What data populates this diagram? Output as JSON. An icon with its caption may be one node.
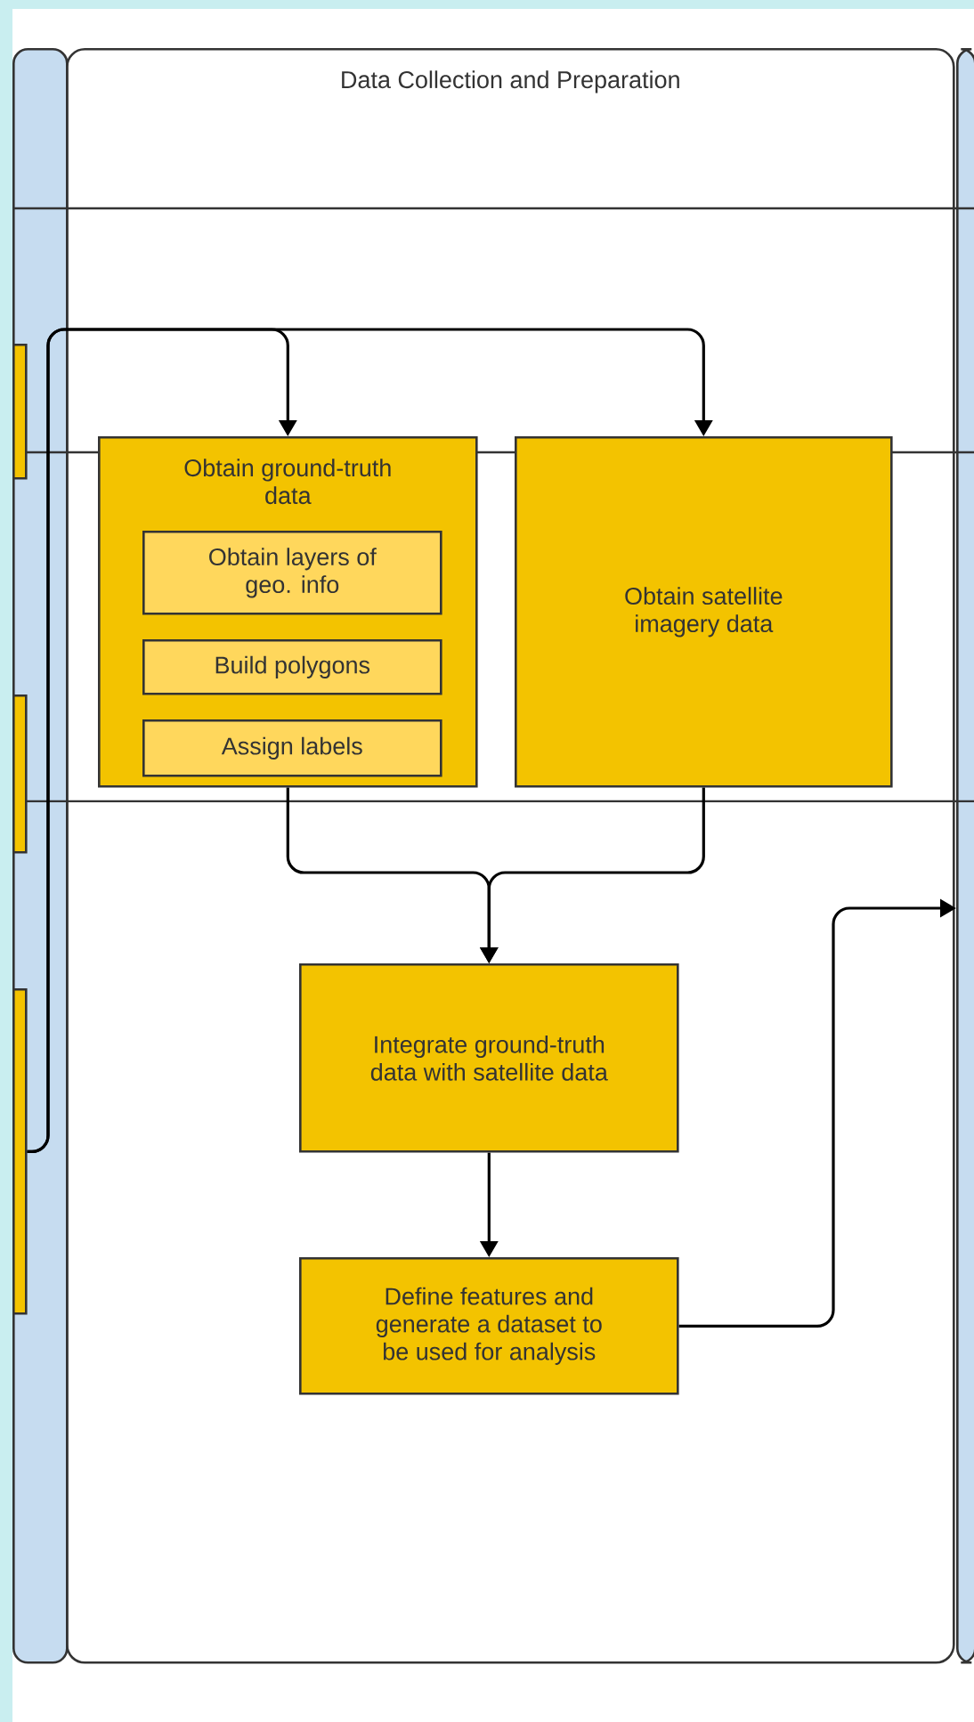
{
  "diagram": {
    "nodes": [
      {
        "text": [],
        "shape": "box"
      },
      {
        "text": [],
        "shape": "box",
        "in": 0
      },
      {
        "text": [],
        "shape": "box",
        "in": 0
      },
      {
        "text": [],
        "shape": "box",
        "in": 0
      },
      {
        "text": [
          "Data Collection and Preparation"
        ]
      },
      {
        "text": [
          "Obtain ground-truth data"
        ],
        "in": 4
      },
      {
        "text": [
          "Obtain layers of geo. info"
        ],
        "in": 5
      },
      {
        "text": [
          "Build polygons"
        ],
        "in": 5
      },
      {
        "text": [
          "Assign labels"
        ],
        "in": 5
      },
      {
        "text": [
          "Obtain satellite imagery data"
        ],
        "in": 4
      },
      {
        "text": [
          "Integrate ground-truth data with satellite data"
        ],
        "in": 4
      },
      {
        "text": [
          "Define features and generate a dataset to be used for analysis"
        ],
        "in": 4
      },
      {
        "text": [],
        "shape": "box"
      }
    ],
    "edges": [
      {
        "from": 3,
        "to": 5,
        "arrow": "to"
      },
      {
        "from": 3,
        "to": 9,
        "arrow": "to"
      },
      {
        "from": 5,
        "to": 10,
        "arrow": "to"
      },
      {
        "from": 9,
        "to": 10,
        "arrow": "to"
      },
      {
        "from": 10,
        "to": 11,
        "arrow": "to"
      },
      {
        "from": 11,
        "to": 12,
        "arrow": "to"
      }
    ]
  }
}
